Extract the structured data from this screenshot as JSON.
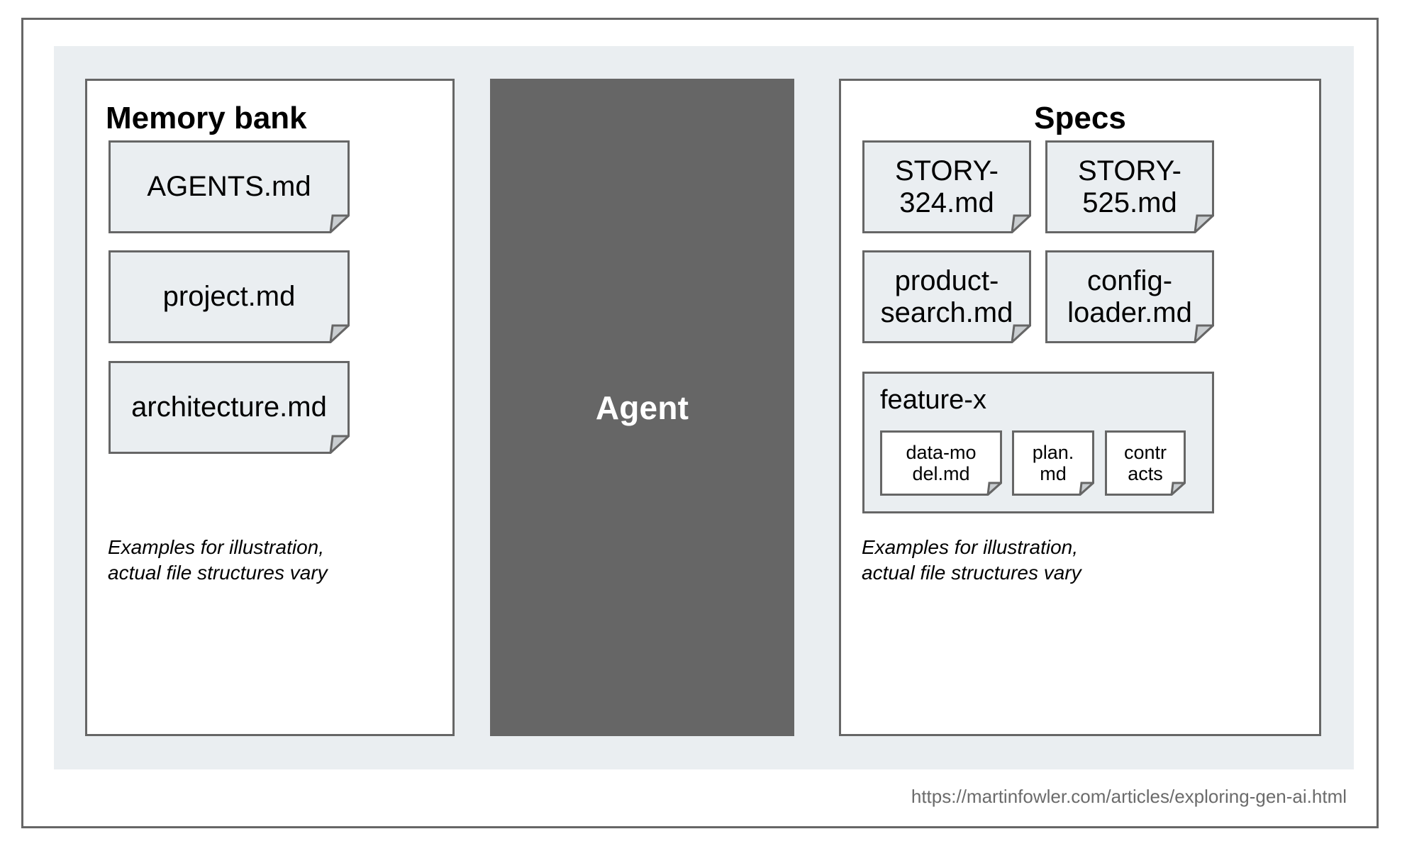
{
  "diagram": {
    "colors": {
      "canvas_background": "#eaeef1",
      "panel_background": "#ffffff",
      "panel_border": "#666666",
      "agent_fill": "#666666",
      "agent_text": "#ffffff",
      "note_fill": "#eaeef1",
      "note_fill_nested": "#ffffff",
      "note_border": "#666666",
      "note_fold": "#c9cdd0",
      "url_text": "#6b6b6b"
    },
    "memory_bank": {
      "title": "Memory bank",
      "notes": [
        {
          "label": "AGENTS.md",
          "icon": "document-note-icon"
        },
        {
          "label": "project.md",
          "icon": "document-note-icon"
        },
        {
          "label": "architecture.md",
          "icon": "document-note-icon"
        }
      ],
      "footnote": "Examples for illustration,\nactual file structures vary"
    },
    "agent": {
      "label": "Agent"
    },
    "specs": {
      "title": "Specs",
      "notes": [
        {
          "label": "STORY-\n324.md",
          "icon": "document-note-icon"
        },
        {
          "label": "STORY-\n525.md",
          "icon": "document-note-icon"
        },
        {
          "label": "product-\nsearch.md",
          "icon": "document-note-icon"
        },
        {
          "label": "config-\nloader.md",
          "icon": "document-note-icon"
        }
      ],
      "feature_group": {
        "title": "feature-x",
        "notes": [
          {
            "label": "data-mo\ndel.md",
            "icon": "document-note-icon"
          },
          {
            "label": "plan.\nmd",
            "icon": "document-note-icon"
          },
          {
            "label": "contr\nacts",
            "icon": "document-note-icon"
          }
        ]
      },
      "footnote": "Examples for illustration,\nactual file structures vary"
    },
    "source_url": "https://martinfowler.com/articles/exploring-gen-ai.html"
  }
}
